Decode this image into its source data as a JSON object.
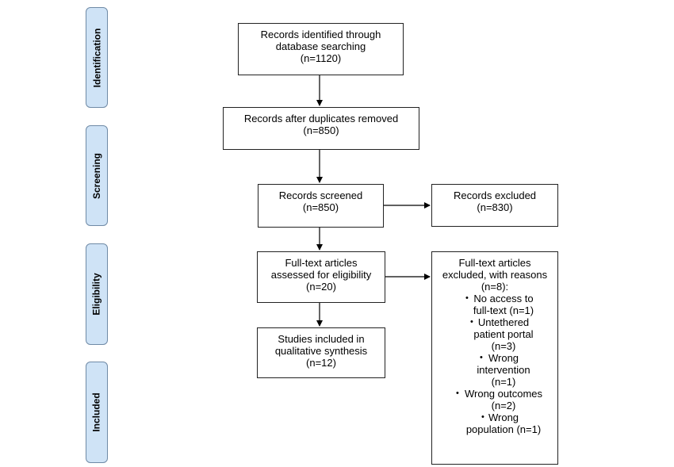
{
  "stages": [
    {
      "id": "identification",
      "label": "Identification"
    },
    {
      "id": "screening",
      "label": "Screening"
    },
    {
      "id": "eligibility",
      "label": "Eligibility"
    },
    {
      "id": "included",
      "label": "Included"
    }
  ],
  "boxes": {
    "identified": {
      "lines": [
        "Records identified through",
        "database searching",
        "(n=1120)"
      ]
    },
    "after_duplicates": {
      "lines": [
        "Records after duplicates removed",
        "(n=850)"
      ]
    },
    "screened": {
      "lines": [
        "Records screened",
        "(n=850)"
      ]
    },
    "excluded": {
      "lines": [
        "Records excluded",
        "(n=830)"
      ]
    },
    "fulltext": {
      "lines": [
        "Full-text articles",
        "assessed for eligibility",
        "(n=20)"
      ]
    },
    "included": {
      "lines": [
        "Studies included in",
        "qualitative synthesis",
        "(n=12)"
      ]
    },
    "fulltext_excluded": {
      "heading": [
        "Full-text articles",
        "excluded, with reasons",
        "(n=8):"
      ],
      "bullet": "•",
      "reasons": [
        [
          "No access to",
          "full-text (n=1)"
        ],
        [
          "Untethered",
          "patient portal",
          "(n=3)"
        ],
        [
          "Wrong",
          "intervention",
          "(n=1)"
        ],
        [
          "Wrong outcomes",
          "(n=2)"
        ],
        [
          "Wrong",
          "population (n=1)"
        ]
      ]
    }
  }
}
